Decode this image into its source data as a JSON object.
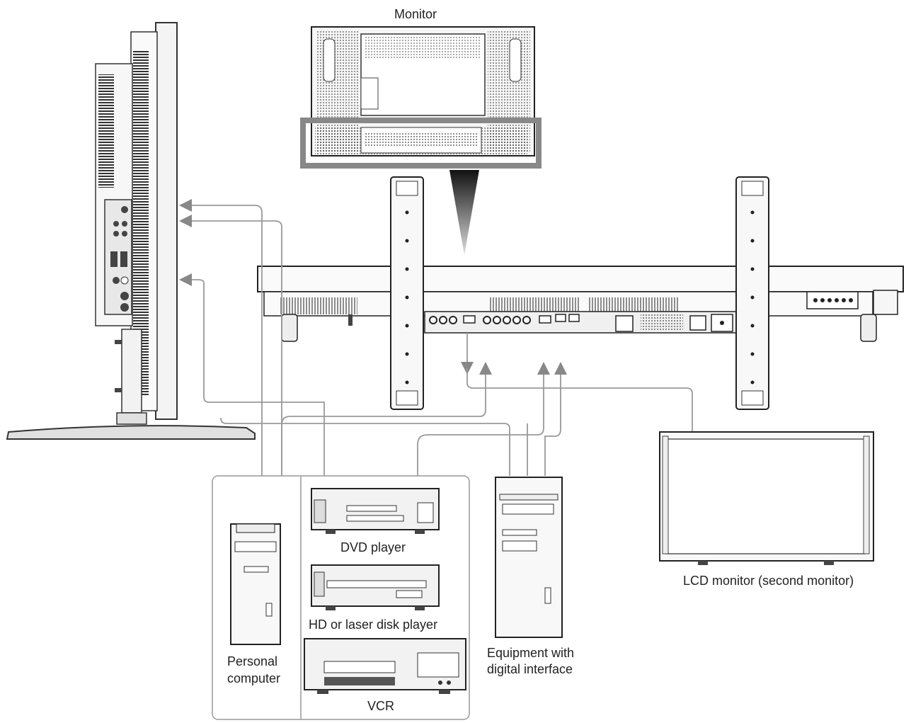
{
  "labels": {
    "monitor": "Monitor",
    "dvd_player": "DVD player",
    "hd_player": "HD or laser disk player",
    "vcr": "VCR",
    "pc_line1": "Personal",
    "pc_line2": "computer",
    "equip_line1": "Equipment with",
    "equip_line2": "digital interface",
    "lcd_monitor": "LCD monitor (second monitor)"
  }
}
